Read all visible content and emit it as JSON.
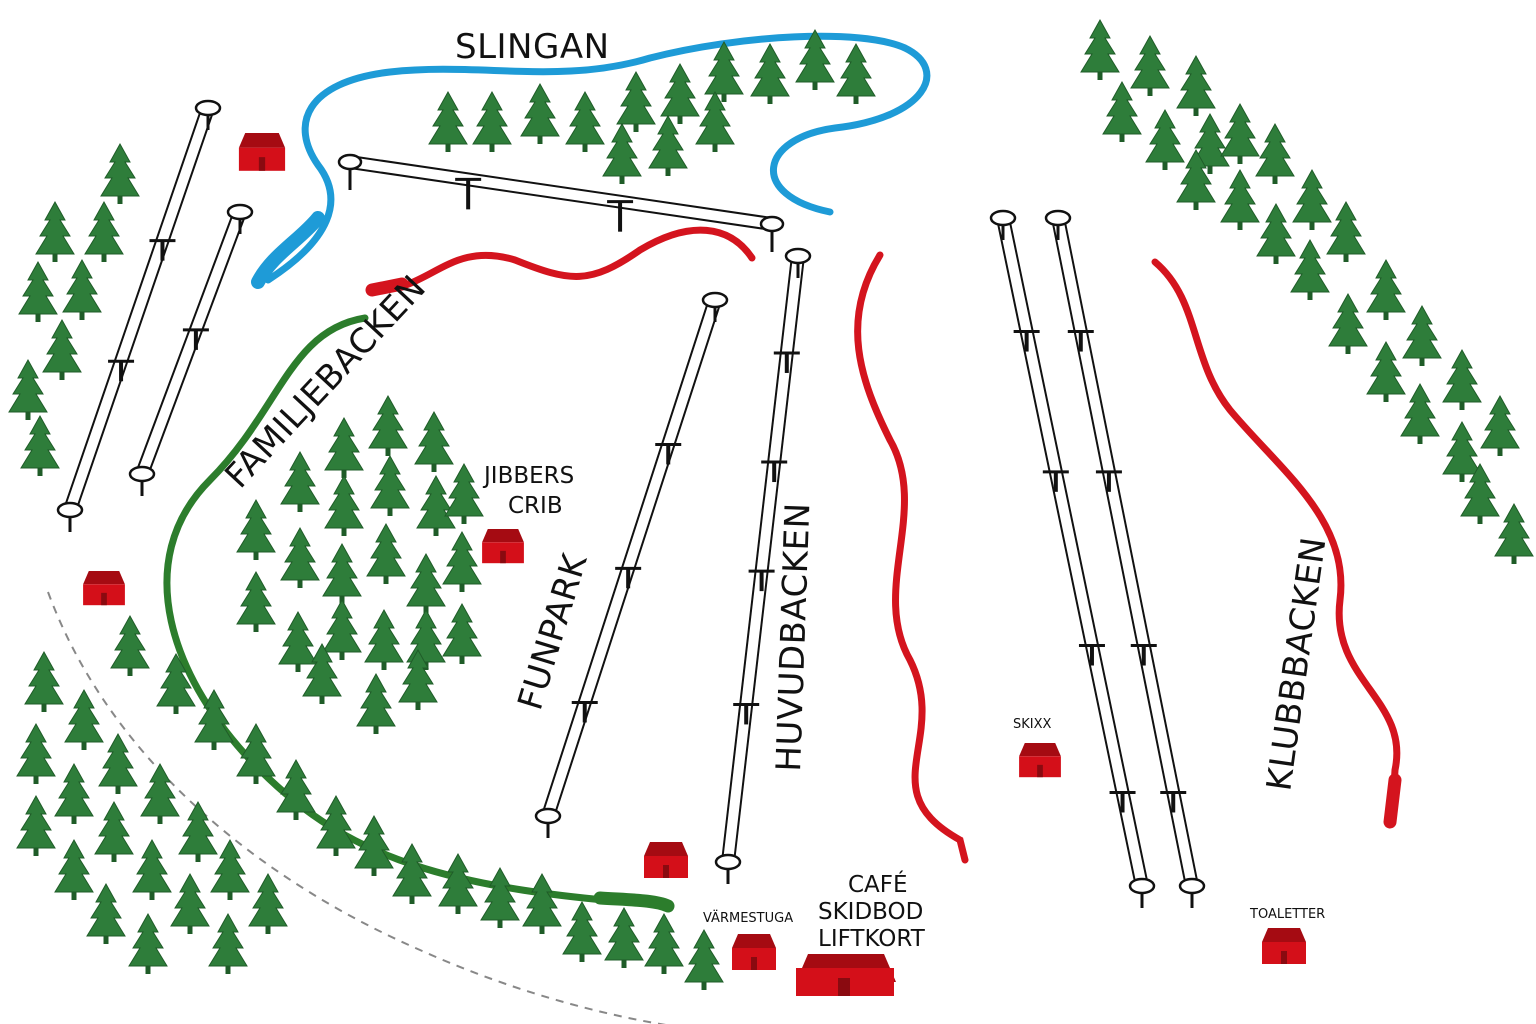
{
  "map": {
    "colors": {
      "blue_run": "#1e9bd7",
      "red_run": "#d4141e",
      "green_run": "#2c7d2c",
      "tree": "#2e7d3a",
      "tree_dark": "#1f5c28",
      "building": "#d40f19",
      "path": "#888888"
    },
    "slopes": {
      "slingan": "SLINGAN",
      "familjebacken": "FAMILJEBACKEN",
      "funpark": "FUNPARK",
      "huvudbacken": "HUVUDBACKEN",
      "klubbbacken": "KLUBBBACKEN"
    },
    "facilities": {
      "jibbers_line1": "JIBBERS",
      "jibbers_line2": "CRIB",
      "skixx": "SKIXX",
      "varmestuga": "VÄRMESTUGA",
      "cafe": "CAFÉ",
      "skidbod": "SKIDBOD",
      "liftkort": "LIFTKORT",
      "toaletter": "TOALETTER"
    },
    "icons": [
      "tree-icon",
      "cabin-icon",
      "lift-tower-icon",
      "lift-station-icon"
    ]
  }
}
